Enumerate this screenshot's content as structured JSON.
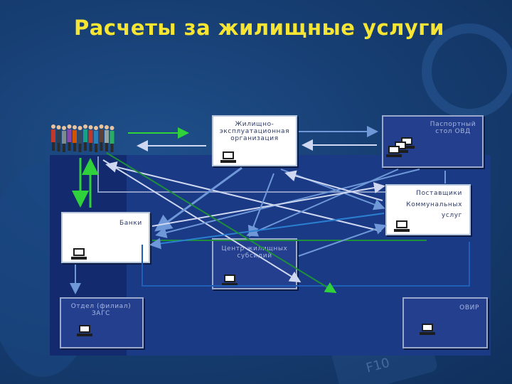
{
  "title": "Расчеты за жилищные услуги",
  "nodes": {
    "zheo": {
      "label": "Жилищно-эксплуатационная организация"
    },
    "passport": {
      "label": "Паспортный стол ОВД"
    },
    "suppliers": {
      "label_line1": "Поставщики",
      "label_line2": "Коммунальных",
      "label_line3": "услуг"
    },
    "banks": {
      "label": "Банки"
    },
    "subsidy": {
      "label": "Центр жилищных субсидий"
    },
    "zags": {
      "label": "Отдел (филиал) ЗАГС"
    },
    "ovir": {
      "label": "ОВИР"
    },
    "people": {
      "label": ""
    }
  },
  "decor_text": {
    "key": "F10"
  },
  "colors": {
    "title": "#f6e533",
    "arrow_blue": "#6f98d8",
    "arrow_light": "#cfd8f0",
    "arrow_green": "#2fd23a"
  }
}
